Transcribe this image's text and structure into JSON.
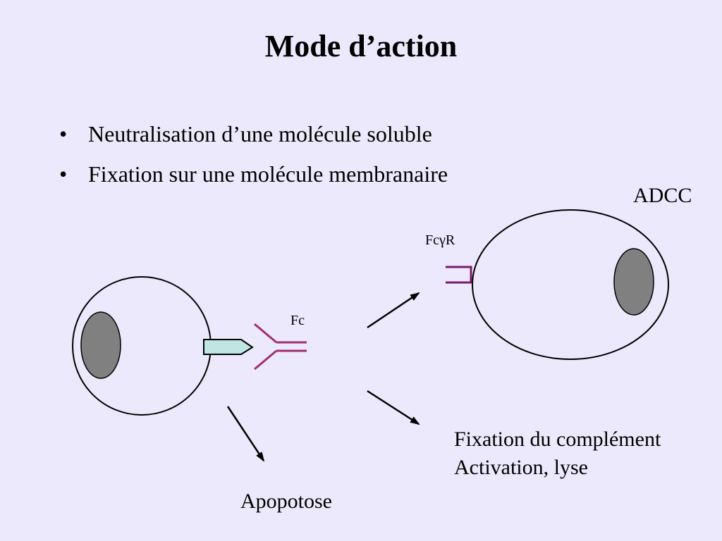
{
  "slide": {
    "title": "Mode d’action",
    "bullet_symbol": "•",
    "bullets": [
      "Neutralisation d’une molécule soluble",
      "Fixation sur une molécule membranaire"
    ]
  },
  "diagram": {
    "labels": {
      "adcc": "ADCC",
      "fc_gamma_r": "FcγR",
      "fc": "Fc",
      "apoptose": "Apopotose",
      "complement_line1": "Fixation du complément",
      "complement_line2": "Activation, lyse"
    },
    "colors": {
      "background": "#ebe9fb",
      "nucleus": "#808080",
      "antigen": "#bfe6e2",
      "antibody": "#a0306e",
      "receptor": "#7a1a6e",
      "outline": "#000000"
    }
  }
}
